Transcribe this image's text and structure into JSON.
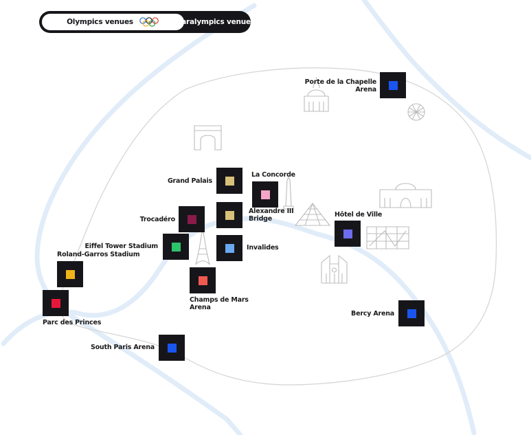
{
  "toggle": {
    "olympics_label": "Olympics venues",
    "paralympics_label": "Paralympics venues"
  },
  "colors": {
    "background": "#ffffff",
    "dark": "#16161a",
    "river": "#e1ecf9",
    "outline": "#d6d6d6",
    "landmark": "#bcbcbc"
  },
  "venues": [
    {
      "name": "Porte de la Chapelle\nArena",
      "color": "#1a55f0"
    },
    {
      "name": "Grand Palais",
      "color": "#d8c07a"
    },
    {
      "name": "La Concorde",
      "color": "#f4a6c8"
    },
    {
      "name": "Alexandre III\nBridge",
      "color": "#d8c07a"
    },
    {
      "name": "Trocadéro",
      "color": "#8a1a4a"
    },
    {
      "name": "Hôtel de Ville",
      "color": "#6d6cf0"
    },
    {
      "name": "Eiffel Tower Stadium",
      "color": "#2dc46c"
    },
    {
      "name": "Invalides",
      "color": "#6aa8f0"
    },
    {
      "name": "Roland-Garros Stadium",
      "color": "#f0b41a"
    },
    {
      "name": "Champs de Mars\nArena",
      "color": "#f05a50"
    },
    {
      "name": "Parc des Princes",
      "color": "#e8173a"
    },
    {
      "name": "Bercy Arena",
      "color": "#1a55f0"
    },
    {
      "name": "South Paris Arena",
      "color": "#1a55f0"
    }
  ],
  "landmarks": [
    "sacre-coeur",
    "geode",
    "arc-de-triomphe",
    "obelisk",
    "louvre-pyramid",
    "gare-de-l-est",
    "pompidou-centre",
    "eiffel-tower",
    "notre-dame"
  ]
}
